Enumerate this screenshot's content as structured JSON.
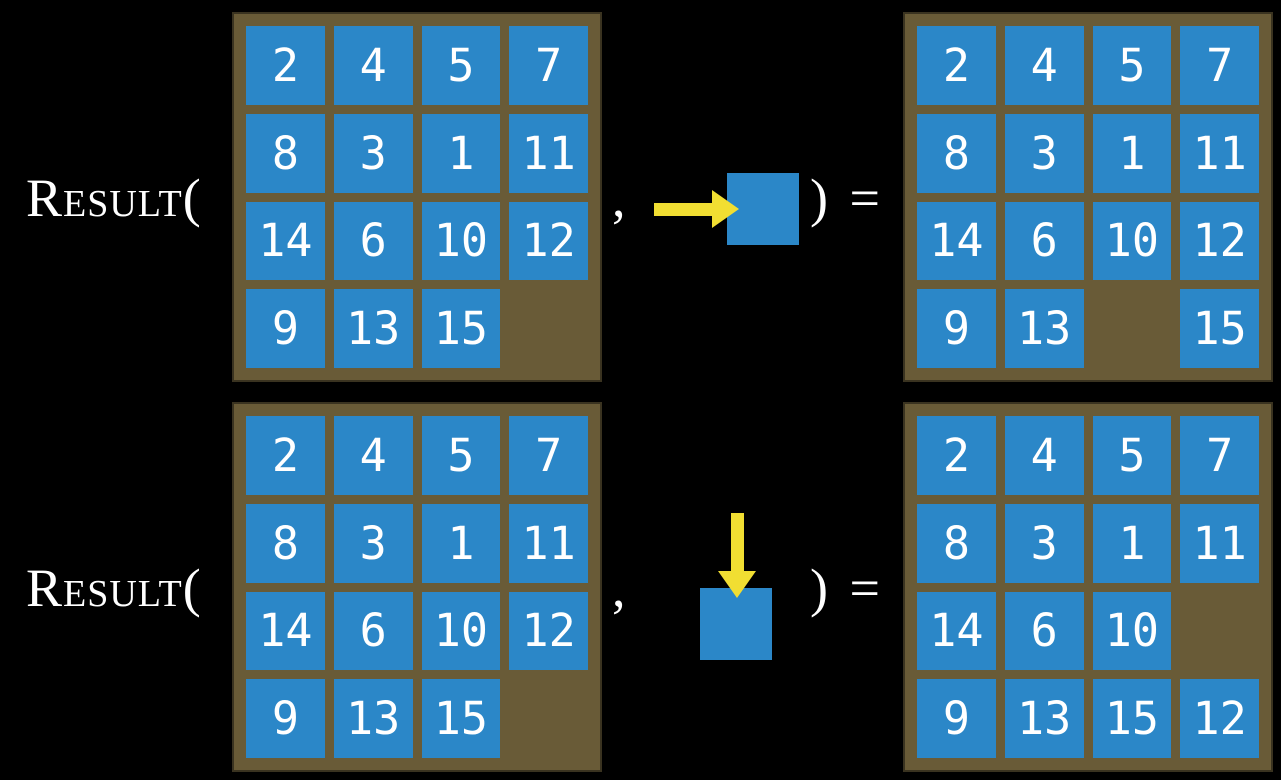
{
  "colors": {
    "background": "#000000",
    "board_background": "#695b37",
    "board_border": "#3a3320",
    "tile_blue": "#2b87c8",
    "tile_number": "#ffffff",
    "arrow_yellow": "#f1de32",
    "formula_text": "#ffffff"
  },
  "examples": [
    {
      "function_label": "Result(",
      "comma": ",",
      "closing": ") =",
      "action": {
        "icon": "arrow-right-icon",
        "direction": "right"
      },
      "state_grid": [
        [
          "2",
          "4",
          "5",
          "7"
        ],
        [
          "8",
          "3",
          "1",
          "11"
        ],
        [
          "14",
          "6",
          "10",
          "12"
        ],
        [
          "9",
          "13",
          "15",
          ""
        ]
      ],
      "result_grid": [
        [
          "2",
          "4",
          "5",
          "7"
        ],
        [
          "8",
          "3",
          "1",
          "11"
        ],
        [
          "14",
          "6",
          "10",
          "12"
        ],
        [
          "9",
          "13",
          "",
          "15"
        ]
      ]
    },
    {
      "function_label": "Result(",
      "comma": ",",
      "closing": ") =",
      "action": {
        "icon": "arrow-down-icon",
        "direction": "down"
      },
      "state_grid": [
        [
          "2",
          "4",
          "5",
          "7"
        ],
        [
          "8",
          "3",
          "1",
          "11"
        ],
        [
          "14",
          "6",
          "10",
          "12"
        ],
        [
          "9",
          "13",
          "15",
          ""
        ]
      ],
      "result_grid": [
        [
          "2",
          "4",
          "5",
          "7"
        ],
        [
          "8",
          "3",
          "1",
          "11"
        ],
        [
          "14",
          "6",
          "10",
          ""
        ],
        [
          "9",
          "13",
          "15",
          "12"
        ]
      ]
    }
  ]
}
